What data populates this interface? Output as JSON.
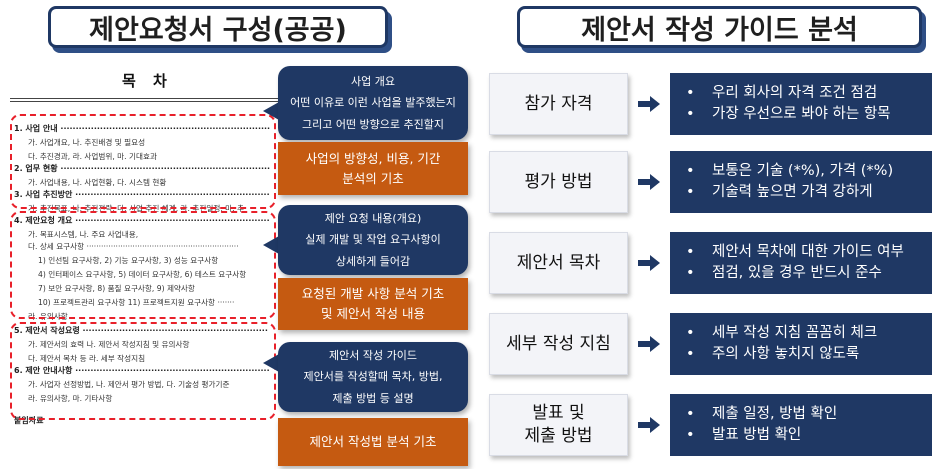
{
  "left_title": "제안요청서 구성(공공)",
  "right_title": "제안서 작성 가이드 분석",
  "doc": {
    "title": "목 차",
    "lines": [
      {
        "text": "1. 사업 안내 ·····································································",
        "hd": true
      },
      {
        "text": "가. 사업개요,  나. 추진배경 및 필요성",
        "hd": false
      },
      {
        "text": "다. 추진경과,  라. 사업범위,  마. 기대효과",
        "hd": false
      },
      {
        "text": "2. 업무 현황 ·····································································",
        "hd": true
      },
      {
        "text": "가. 사업내용,  나. 사업현황,  다. 시스템 현황",
        "hd": false
      },
      {
        "text": "3. 사업 추진방안 ································································",
        "hd": true
      },
      {
        "text": "가. 추진목표,  나. 추진전략,  다. 사업 추진 체계,  라. 추진일정,  마. 추",
        "hd": false
      },
      {
        "text": "4. 제안요청 개요 ································································",
        "hd": true
      },
      {
        "text": "가. 목표시스템,  나. 주요 사업내용,",
        "hd": false
      },
      {
        "text": "다. 상세 요구사항 ·······························································",
        "hd": false
      },
      {
        "text": "1) 인선팀 요구사항, 2) 기능 요구사항, 3) 성능 요구사항",
        "hd": false
      },
      {
        "text": "4) 인터페이스 요구사항, 5) 데이터 요구사항, 6) 테스트 요구사항",
        "hd": false
      },
      {
        "text": "7) 보안 요구사항, 8) 품질 요구사항, 9) 제약사항",
        "hd": false
      },
      {
        "text": "10) 프로젝트관리 요구사항  11) 프로젝트지원 요구사항 ·······",
        "hd": false
      },
      {
        "text": "라. 유의사항",
        "hd": false
      },
      {
        "text": "5. 제안서 작성요령 ·····························································",
        "hd": true
      },
      {
        "text": "가. 제안서의 효력  나. 제안서 작성지침 및 유의사항",
        "hd": false
      },
      {
        "text": "다. 제안서 목차 등  라. 세부 작성지침",
        "hd": false
      },
      {
        "text": "6. 제안 안내사항 ································································",
        "hd": true
      },
      {
        "text": "가. 사업자 선정방법, 나. 제안서 평가 방법,  다. 기술성 평가기준",
        "hd": false
      },
      {
        "text": "라. 유의사항,  마. 기타사항",
        "hd": false
      },
      {
        "text": "붙임자료",
        "hd": true
      }
    ]
  },
  "notes": {
    "n1": [
      "사업 개요",
      "어떤 이유로 이런 사업을 발주했는지",
      "그리고 어떤 방향으로 추진할지"
    ],
    "o1": [
      "사업의 방향성, 비용, 기간",
      "분석의 기초"
    ],
    "n2": [
      "제안 요청 내용(개요)",
      "실제 개발 및 작업 요구사항이",
      "상세하게 들어감"
    ],
    "o2": [
      "요청된 개발 사항 분석 기초",
      "및 제안서 작성 내용"
    ],
    "n3": [
      "제안서 작성 가이드",
      "제안서를 작성할때 목차, 방법,",
      "제출 방법 등 설명"
    ],
    "o3": [
      "제안서 작성법 분석 기초"
    ]
  },
  "rows": [
    {
      "label": [
        "참가 자격"
      ],
      "items": [
        "우리 회사의 자격 조건 점검",
        "가장 우선으로 봐야 하는 항목"
      ]
    },
    {
      "label": [
        "평가 방법"
      ],
      "items": [
        "보통은 기술 (*%), 가격 (*%)",
        "기술력 높으면 가격 강하게"
      ]
    },
    {
      "label": [
        "제안서 목차"
      ],
      "items": [
        "제안서 목차에 대한 가이드 여부",
        "점검, 있을 경우 반드시 준수"
      ]
    },
    {
      "label": [
        "세부 작성 지침"
      ],
      "items": [
        "세부 작성 지침 꼼꼼히 체크",
        "주의 사항 놓치지 않도록"
      ]
    },
    {
      "label": [
        "발표 및",
        "제출 방법"
      ],
      "items": [
        "제출 일정, 방법 확인",
        "발표 방법 확인"
      ]
    }
  ],
  "bullet_char": "•",
  "colors": {
    "navy": "#1f3864",
    "orange": "#c55a11",
    "dash_red": "#e8202a"
  }
}
